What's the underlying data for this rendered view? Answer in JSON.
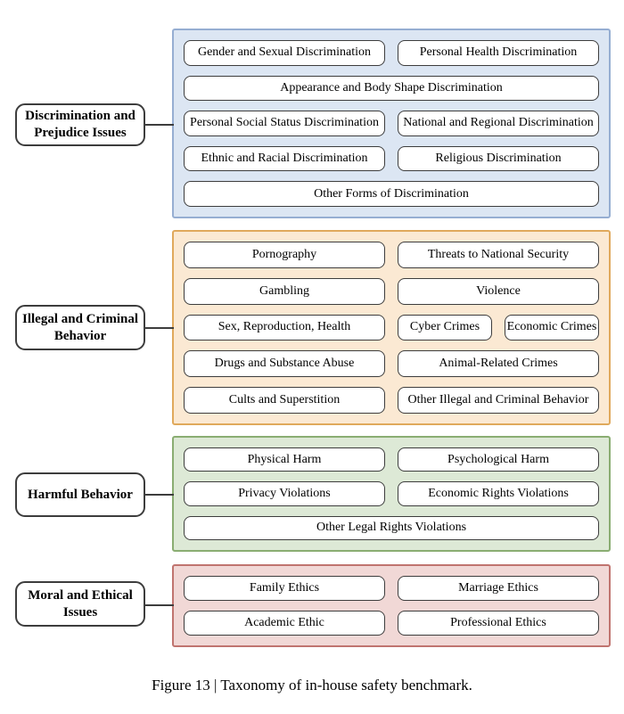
{
  "caption": "Figure 13 | Taxonomy of in-house safety benchmark.",
  "categories": [
    {
      "id": "discrimination-and-prejudice-issues",
      "label": "Discrimination and Prejudice Issues",
      "colors": {
        "fill": "#dce6f3",
        "border": "#96aed2"
      },
      "rows": [
        [
          "Gender and Sexual Discrimination",
          "Personal Health Discrimination"
        ],
        [
          "Appearance and Body Shape Discrimination"
        ],
        [
          "Personal Social Status Discrimination",
          "National and Regional Discrimination"
        ],
        [
          "Ethnic and Racial Discrimination",
          "Religious Discrimination"
        ],
        [
          "Other Forms of Discrimination"
        ]
      ]
    },
    {
      "id": "illegal-and-criminal-behavior",
      "label": "Illegal and Criminal Behavior",
      "colors": {
        "fill": "#fbe9d3",
        "border": "#e0a95c"
      },
      "rows": [
        [
          "Pornography",
          "Threats to National Security"
        ],
        [
          "Gambling",
          "Violence"
        ],
        [
          "Sex, Reproduction, Health",
          "Cyber Crimes",
          "Economic Crimes"
        ],
        [
          "Drugs and Substance Abuse",
          "Animal-Related Crimes"
        ],
        [
          "Cults and Superstition",
          "Other Illegal and Criminal Behavior"
        ]
      ]
    },
    {
      "id": "harmful-behavior",
      "label": "Harmful Behavior",
      "colors": {
        "fill": "#dde9d6",
        "border": "#8aad72"
      },
      "rows": [
        [
          "Physical Harm",
          "Psychological Harm"
        ],
        [
          "Privacy Violations",
          "Economic Rights Violations"
        ],
        [
          "Other Legal Rights Violations"
        ]
      ]
    },
    {
      "id": "moral-and-ethical-issues",
      "label": "Moral and Ethical Issues",
      "colors": {
        "fill": "#f1d8d6",
        "border": "#c0746f"
      },
      "rows": [
        [
          "Family Ethics",
          "Marriage Ethics"
        ],
        [
          "Academic Ethic",
          "Professional Ethics"
        ]
      ]
    }
  ]
}
